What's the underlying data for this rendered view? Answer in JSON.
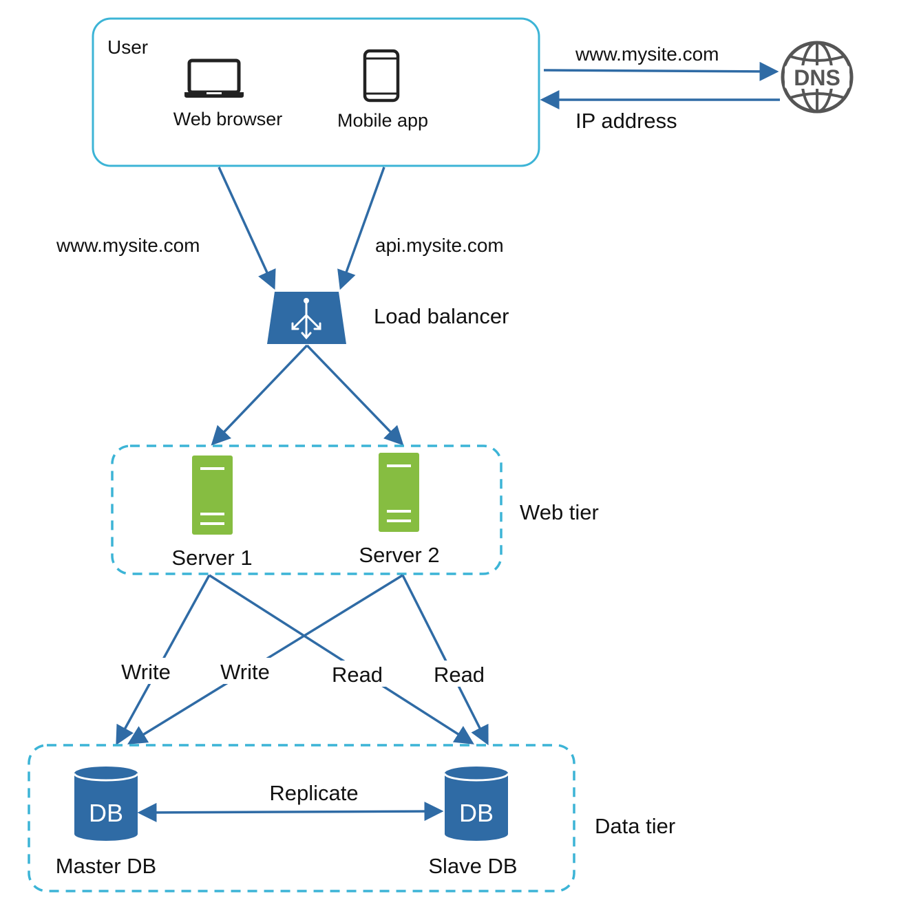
{
  "colors": {
    "arrow": "#2f6ba5",
    "frame": "#3cb4d6",
    "server": "#86bd41",
    "db": "#2f6ba5",
    "device": "#222222",
    "globe": "#555555"
  },
  "user": {
    "title": "User",
    "web_browser": {
      "label": "Web browser",
      "icon": "laptop-icon"
    },
    "mobile_app": {
      "label": "Mobile app",
      "icon": "mobile-phone-icon"
    }
  },
  "dns": {
    "label": "DNS",
    "icon": "globe-icon",
    "request_label": "www.mysite.com",
    "response_label": "IP address"
  },
  "links": {
    "web_domain": "www.mysite.com",
    "api_domain": "api.mysite.com"
  },
  "load_balancer": {
    "label": "Load balancer",
    "icon": "load-balancer-icon"
  },
  "web_tier": {
    "label": "Web tier",
    "servers": [
      {
        "label": "Server 1",
        "icon": "server-icon"
      },
      {
        "label": "Server 2",
        "icon": "server-icon"
      }
    ]
  },
  "data_flows": {
    "server1_write": "Write",
    "server2_write": "Write",
    "server1_read": "Read",
    "server2_read": "Read"
  },
  "data_tier": {
    "label": "Data tier",
    "master": {
      "label": "Master DB",
      "icon_text": "DB"
    },
    "slave": {
      "label": "Slave DB",
      "icon_text": "DB"
    },
    "replicate_label": "Replicate"
  }
}
